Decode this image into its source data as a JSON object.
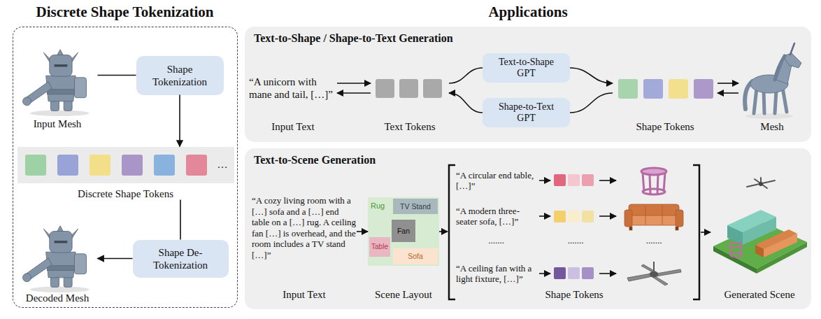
{
  "diagram": {
    "title": "Applications",
    "nodes": [
      {
        "text": [
          "Discrete Shape Tokenization"
        ]
      },
      {
        "text": [
          "Input Mesh"
        ],
        "in": 0
      },
      {
        "text": [
          "Shape Tokenization"
        ],
        "in": 0
      },
      {
        "text": [
          "Discrete Shape Tokens"
        ],
        "in": 0
      },
      {
        "text": [
          "Shape De-Tokenization"
        ],
        "in": 0
      },
      {
        "text": [
          "Decoded Mesh"
        ],
        "in": 0
      },
      {
        "text": [
          "Text-to-Shape / Shape-to-Text Generation"
        ]
      },
      {
        "text": [
          "“A unicorn with mane and tail, […]”",
          "Input Text"
        ],
        "in": 6
      },
      {
        "text": [
          "Text Tokens"
        ],
        "in": 6
      },
      {
        "text": [
          "Text-to-Shape GPT"
        ],
        "in": 6
      },
      {
        "text": [
          "Shape-to-Text GPT"
        ],
        "in": 6
      },
      {
        "text": [
          "Shape Tokens"
        ],
        "in": 6
      },
      {
        "text": [
          "Mesh"
        ],
        "in": 6
      },
      {
        "text": [
          "Text-to-Scene Generation"
        ]
      },
      {
        "text": [
          "“A cozy living room with a […] sofa and a […] end table on a […] rug. A ceiling fan […] is overhead, and the room includes a TV stand […]”",
          "Input Text"
        ],
        "in": 13
      },
      {
        "text": [
          "Rug",
          "Scene Layout"
        ],
        "in": 13
      },
      {
        "text": [
          "TV Stand"
        ],
        "in": 15
      },
      {
        "text": [
          "Fan"
        ],
        "in": 15
      },
      {
        "text": [
          "Table"
        ],
        "in": 15
      },
      {
        "text": [
          "Sofa"
        ],
        "in": 15
      },
      {
        "text": [
          "Shape Tokens"
        ],
        "in": 13
      },
      {
        "text": [
          "Generated Scene"
        ],
        "in": 13
      }
    ],
    "edges": [
      {
        "from": 1,
        "to": 2,
        "arrow": "none"
      },
      {
        "from": 2,
        "to": 3,
        "arrow": "to"
      },
      {
        "from": 3,
        "to": 4,
        "arrow": "none"
      },
      {
        "from": 4,
        "to": 5,
        "arrow": "to"
      },
      {
        "from": 7,
        "to": 8,
        "arrow": "to"
      },
      {
        "from": 8,
        "to": 7,
        "arrow": "to"
      },
      {
        "from": 8,
        "to": 9,
        "arrow": "none"
      },
      {
        "from": 9,
        "to": 11,
        "arrow": "to"
      },
      {
        "from": 11,
        "to": 10,
        "arrow": "none"
      },
      {
        "from": 10,
        "to": 8,
        "arrow": "to"
      },
      {
        "from": 11,
        "to": 12,
        "arrow": "to"
      },
      {
        "from": 12,
        "to": 11,
        "arrow": "to"
      },
      {
        "from": 14,
        "to": 15,
        "arrow": "to"
      },
      {
        "from": 15,
        "to": 20,
        "arrow": "to"
      },
      {
        "from": 20,
        "to": 21,
        "arrow": "to"
      }
    ],
    "labels": [
      "…",
      "“A circular end table, […]”",
      "“A modern three-seater sofa, […]”",
      ".......",
      ".......",
      ".......",
      "“A ceiling fan with a light fixture, […]”"
    ]
  }
}
